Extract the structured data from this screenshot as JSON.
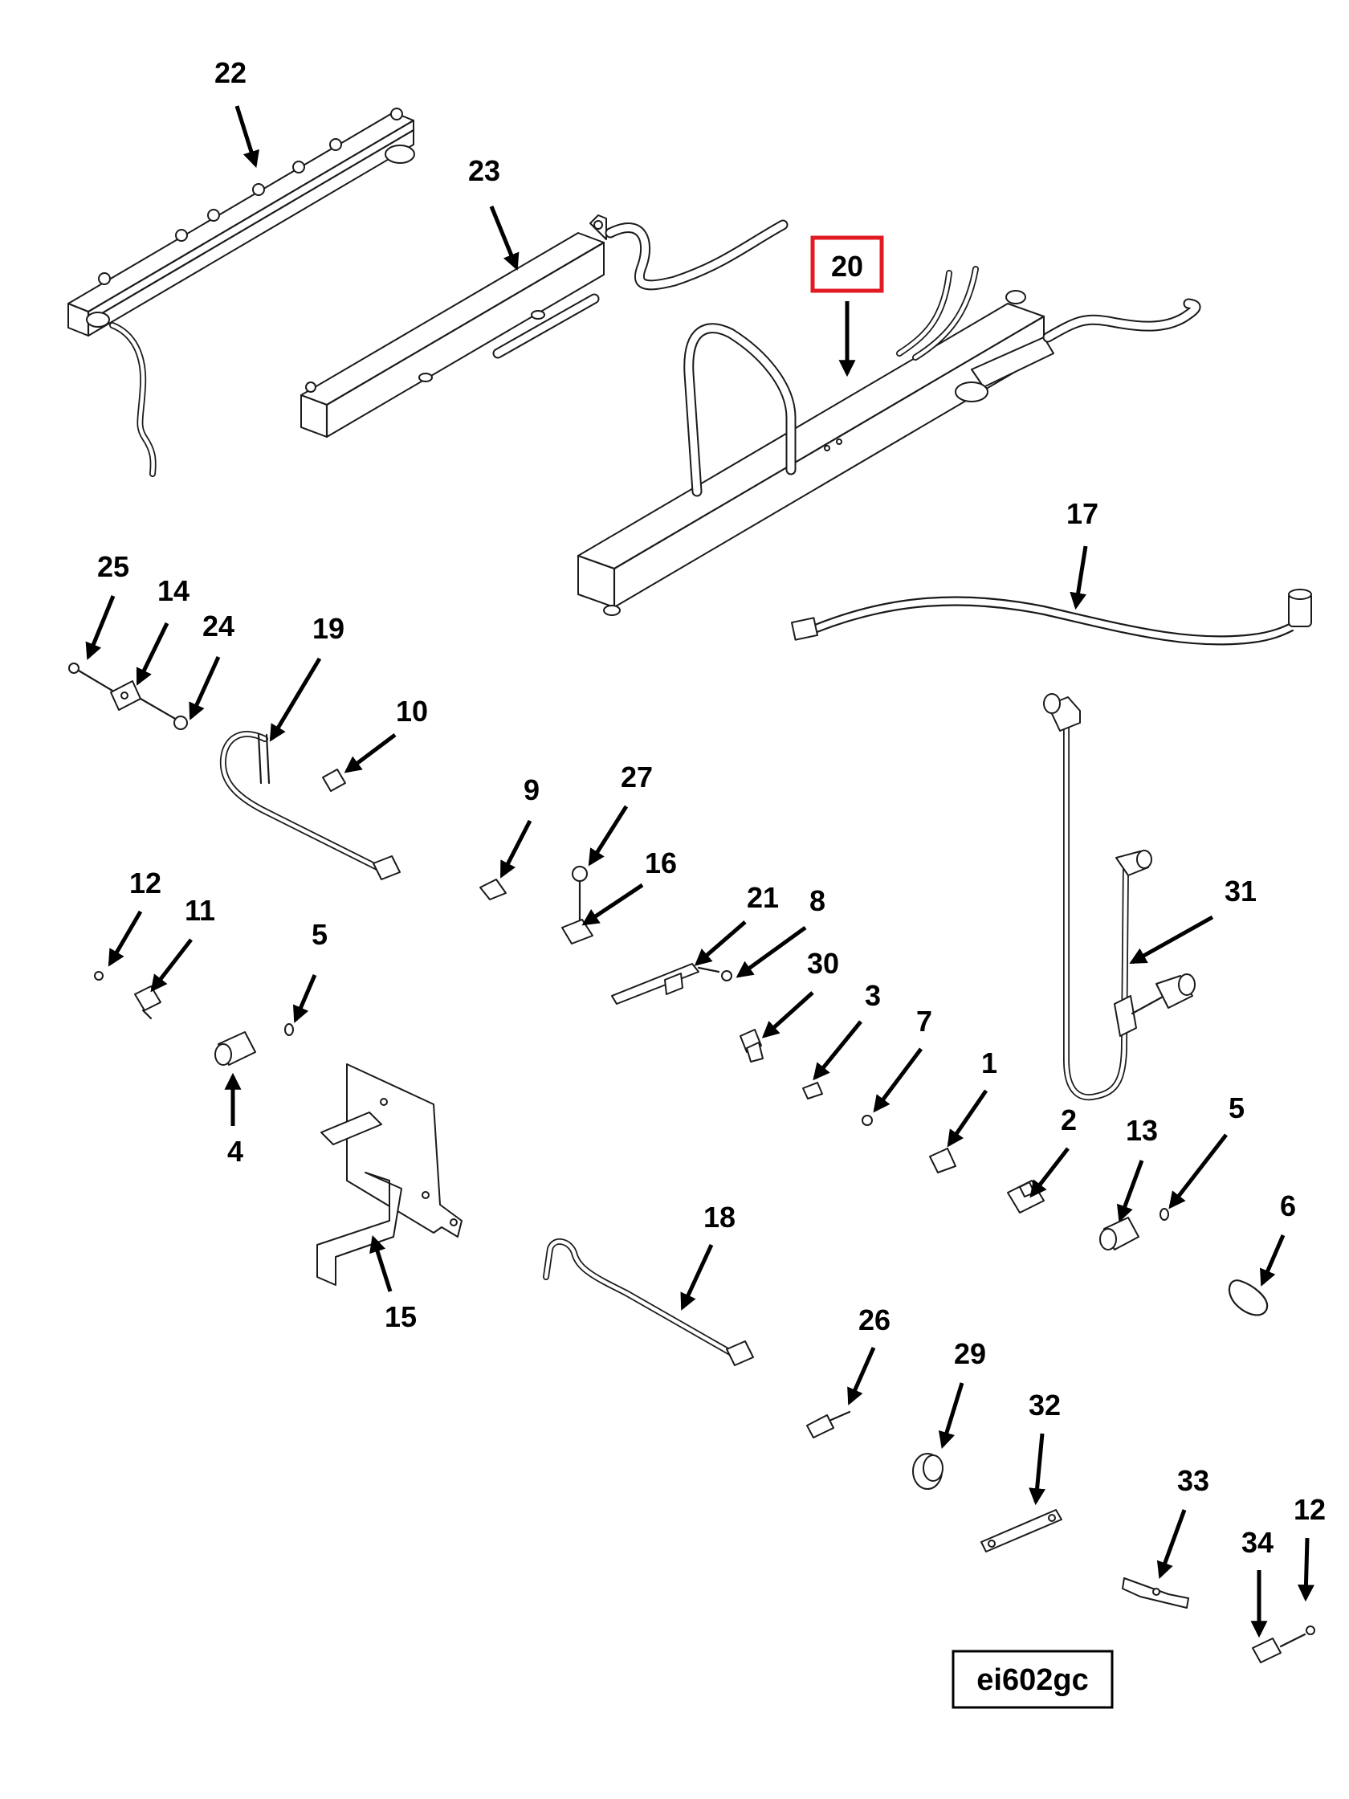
{
  "callouts": {
    "c1": "1",
    "c2": "2",
    "c3": "3",
    "c4": "4",
    "c5a": "5",
    "c5b": "5",
    "c6": "6",
    "c7": "7",
    "c8": "8",
    "c9": "9",
    "c10": "10",
    "c11": "11",
    "c12a": "12",
    "c12b": "12",
    "c13": "13",
    "c14": "14",
    "c15": "15",
    "c16": "16",
    "c17": "17",
    "c18": "18",
    "c19": "19",
    "c20": "20",
    "c21": "21",
    "c22": "22",
    "c23": "23",
    "c24": "24",
    "c25": "25",
    "c26": "26",
    "c27": "27",
    "c29": "29",
    "c30": "30",
    "c31": "31",
    "c32": "32",
    "c33": "33",
    "c34": "34"
  },
  "highlighted_callout": "20",
  "figure_id": "ei602gc",
  "colors": {
    "highlight": "#e21b23",
    "ink": "#000000",
    "background": "#ffffff"
  }
}
